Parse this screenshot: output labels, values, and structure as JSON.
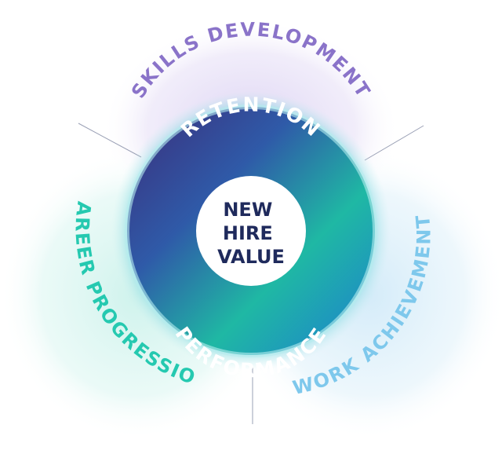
{
  "center": {
    "lines": [
      "NEW",
      "HIRE",
      "VALUE"
    ]
  },
  "inner_ring": {
    "top_label": "RETENTION",
    "bottom_label": "PERFORMANCE"
  },
  "outer_lobes": {
    "top": "SKILLS DEVELOPMENT",
    "left": "CAREER PROGRESSION",
    "right": "WORK ACHIEVEMENTS"
  },
  "colors": {
    "purple": "#8a73c9",
    "teal": "#25c9b0",
    "sky": "#7ec8ec",
    "navy": "#1f2a5c",
    "ring_dark": "#3b2d7a",
    "ring_teal": "#1fb8a4",
    "ring_blue": "#1e7ed0"
  }
}
